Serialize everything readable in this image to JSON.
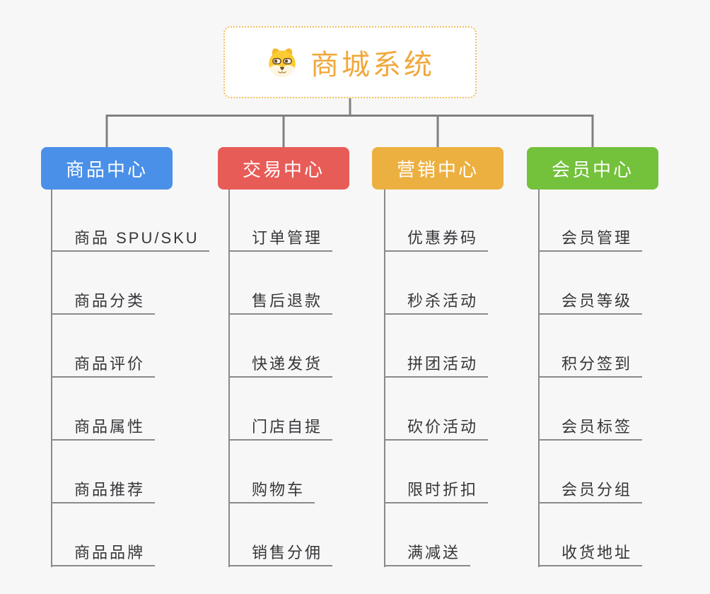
{
  "root": {
    "title": "商城系统",
    "icon": "dog-face-icon",
    "text_color": "#F0A83C",
    "border_color": "#F2BD62"
  },
  "connector_color": "#808080",
  "leaf_line_color": "#8A8A8A",
  "background_color": "#F7F7F7",
  "branches": [
    {
      "label": "商品中心",
      "color": "#4A90E8",
      "items": [
        "商品 SPU/SKU",
        "商品分类",
        "商品评价",
        "商品属性",
        "商品推荐",
        "商品品牌"
      ]
    },
    {
      "label": "交易中心",
      "color": "#E85C58",
      "items": [
        "订单管理",
        "售后退款",
        "快递发货",
        "门店自提",
        "购物车",
        "销售分佣"
      ]
    },
    {
      "label": "营销中心",
      "color": "#ECB041",
      "items": [
        "优惠券码",
        "秒杀活动",
        "拼团活动",
        "砍价活动",
        "限时折扣",
        "满减送"
      ]
    },
    {
      "label": "会员中心",
      "color": "#74C13C",
      "items": [
        "会员管理",
        "会员等级",
        "积分签到",
        "会员标签",
        "会员分组",
        "收货地址"
      ]
    }
  ]
}
